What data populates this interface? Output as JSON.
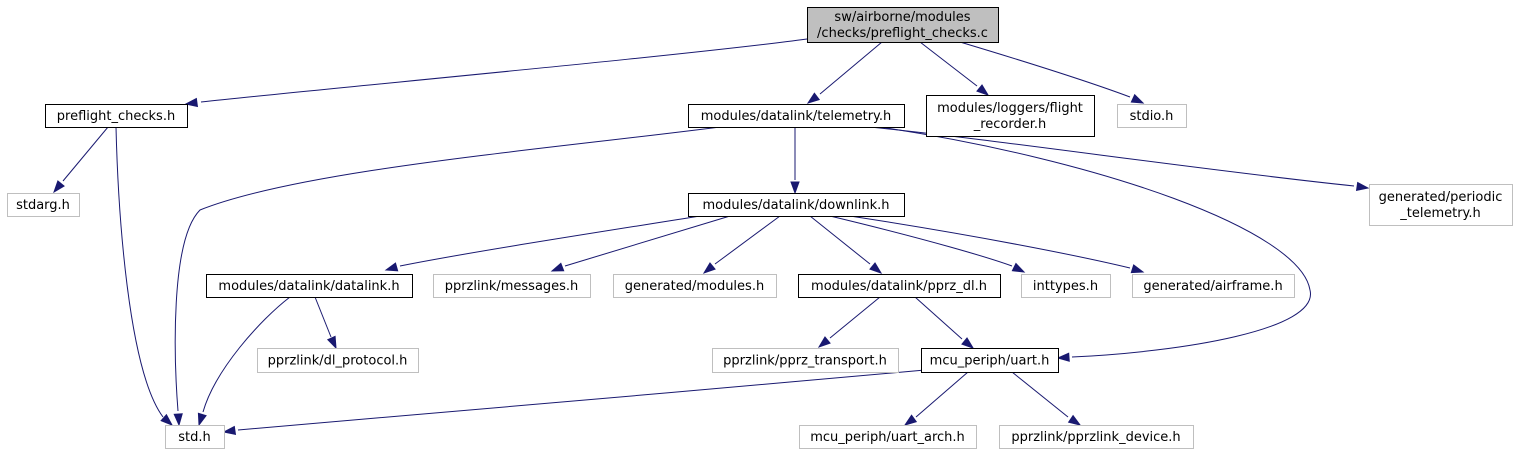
{
  "colors": {
    "edge": "#191970",
    "documented_border": "#000000",
    "external_border": "#bfbfbf",
    "root_fill": "#bfbfbf"
  },
  "nodes": [
    {
      "id": "root",
      "lines": [
        "sw/airborne/modules",
        "/checks/preflight_checks.c"
      ],
      "kind": "root"
    },
    {
      "id": "preflight_checks_h",
      "lines": [
        "preflight_checks.h"
      ],
      "kind": "documented"
    },
    {
      "id": "telemetry_h",
      "lines": [
        "modules/datalink/telemetry.h"
      ],
      "kind": "documented"
    },
    {
      "id": "flight_recorder_h",
      "lines": [
        "modules/loggers/flight",
        "_recorder.h"
      ],
      "kind": "documented"
    },
    {
      "id": "stdio_h",
      "lines": [
        "stdio.h"
      ],
      "kind": "external"
    },
    {
      "id": "stdarg_h",
      "lines": [
        "stdarg.h"
      ],
      "kind": "external"
    },
    {
      "id": "downlink_h",
      "lines": [
        "modules/datalink/downlink.h"
      ],
      "kind": "documented"
    },
    {
      "id": "periodic_telemetry_h",
      "lines": [
        "generated/periodic",
        "_telemetry.h"
      ],
      "kind": "external"
    },
    {
      "id": "datalink_h",
      "lines": [
        "modules/datalink/datalink.h"
      ],
      "kind": "documented"
    },
    {
      "id": "messages_h",
      "lines": [
        "pprzlink/messages.h"
      ],
      "kind": "external"
    },
    {
      "id": "modules_h",
      "lines": [
        "generated/modules.h"
      ],
      "kind": "external"
    },
    {
      "id": "pprz_dl_h",
      "lines": [
        "modules/datalink/pprz_dl.h"
      ],
      "kind": "documented"
    },
    {
      "id": "inttypes_h",
      "lines": [
        "inttypes.h"
      ],
      "kind": "external"
    },
    {
      "id": "airframe_h",
      "lines": [
        "generated/airframe.h"
      ],
      "kind": "external"
    },
    {
      "id": "dl_protocol_h",
      "lines": [
        "pprzlink/dl_protocol.h"
      ],
      "kind": "external"
    },
    {
      "id": "pprz_transport_h",
      "lines": [
        "pprzlink/pprz_transport.h"
      ],
      "kind": "external"
    },
    {
      "id": "uart_h",
      "lines": [
        "mcu_periph/uart.h"
      ],
      "kind": "documented"
    },
    {
      "id": "std_h",
      "lines": [
        "std.h"
      ],
      "kind": "external"
    },
    {
      "id": "uart_arch_h",
      "lines": [
        "mcu_periph/uart_arch.h"
      ],
      "kind": "external"
    },
    {
      "id": "pprzlink_device_h",
      "lines": [
        "pprzlink/pprzlink_device.h"
      ],
      "kind": "external"
    }
  ],
  "edges": [
    {
      "from": "root",
      "to": "preflight_checks_h"
    },
    {
      "from": "root",
      "to": "telemetry_h"
    },
    {
      "from": "root",
      "to": "flight_recorder_h"
    },
    {
      "from": "root",
      "to": "stdio_h"
    },
    {
      "from": "preflight_checks_h",
      "to": "stdarg_h"
    },
    {
      "from": "preflight_checks_h",
      "to": "std_h"
    },
    {
      "from": "telemetry_h",
      "to": "std_h"
    },
    {
      "from": "telemetry_h",
      "to": "downlink_h"
    },
    {
      "from": "telemetry_h",
      "to": "periodic_telemetry_h"
    },
    {
      "from": "telemetry_h",
      "to": "uart_h"
    },
    {
      "from": "downlink_h",
      "to": "datalink_h"
    },
    {
      "from": "downlink_h",
      "to": "messages_h"
    },
    {
      "from": "downlink_h",
      "to": "modules_h"
    },
    {
      "from": "downlink_h",
      "to": "pprz_dl_h"
    },
    {
      "from": "downlink_h",
      "to": "inttypes_h"
    },
    {
      "from": "downlink_h",
      "to": "airframe_h"
    },
    {
      "from": "datalink_h",
      "to": "std_h"
    },
    {
      "from": "datalink_h",
      "to": "dl_protocol_h"
    },
    {
      "from": "pprz_dl_h",
      "to": "pprz_transport_h"
    },
    {
      "from": "pprz_dl_h",
      "to": "uart_h"
    },
    {
      "from": "uart_h",
      "to": "std_h"
    },
    {
      "from": "uart_h",
      "to": "uart_arch_h"
    },
    {
      "from": "uart_h",
      "to": "pprzlink_device_h"
    }
  ]
}
